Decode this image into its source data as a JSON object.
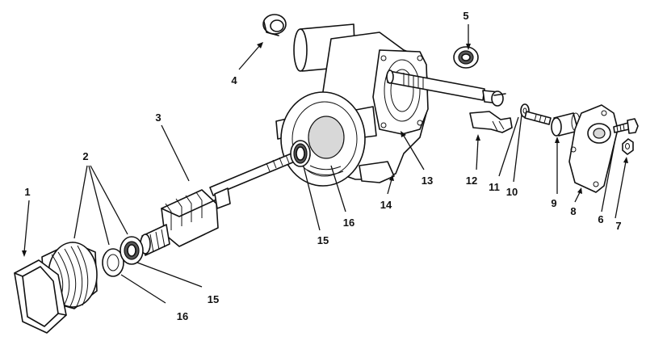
{
  "callouts": [
    {
      "id": "c1",
      "text": "1"
    },
    {
      "id": "c2",
      "text": "2"
    },
    {
      "id": "c3",
      "text": "3"
    },
    {
      "id": "c4",
      "text": "4"
    },
    {
      "id": "c5",
      "text": "5"
    },
    {
      "id": "c6",
      "text": "6"
    },
    {
      "id": "c7",
      "text": "7"
    },
    {
      "id": "c8",
      "text": "8"
    },
    {
      "id": "c9",
      "text": "9"
    },
    {
      "id": "c10",
      "text": "10"
    },
    {
      "id": "c11",
      "text": "11"
    },
    {
      "id": "c12",
      "text": "12"
    },
    {
      "id": "c13",
      "text": "13"
    },
    {
      "id": "c14",
      "text": "14"
    },
    {
      "id": "c15a",
      "text": "15"
    },
    {
      "id": "c15b",
      "text": "15"
    },
    {
      "id": "c16a",
      "text": "16"
    },
    {
      "id": "c16b",
      "text": "16"
    }
  ]
}
